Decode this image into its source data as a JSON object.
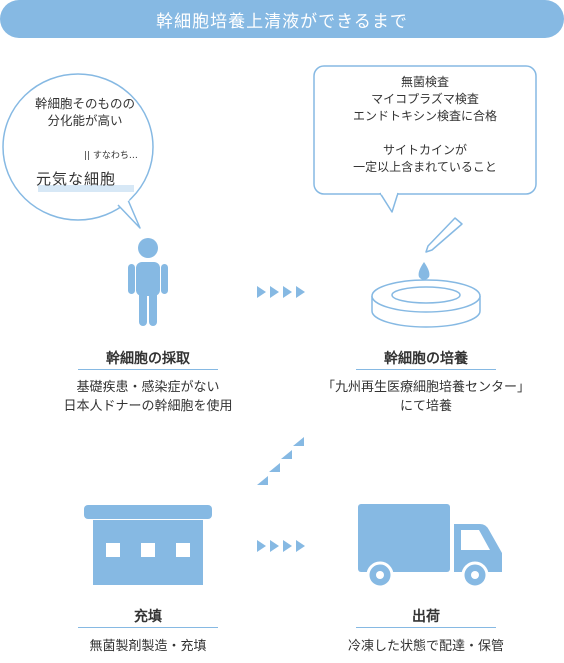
{
  "title": "幹細胞培養上清液ができるまで",
  "bubble_left": {
    "line1": "幹細胞そのものの",
    "line2": "分化能が高い",
    "connector": "|| すなわち…",
    "emphasis": "元気な細胞"
  },
  "bubble_right": {
    "line1": "無菌検査",
    "line2": "マイコプラズマ検査",
    "line3": "エンドトキシン検査に合格",
    "line4": "サイトカインが",
    "line5": "一定以上含まれていること"
  },
  "steps": [
    {
      "title": "幹細胞の採取",
      "desc1": "基礎疾患・感染症がない",
      "desc2": "日本人ドナーの幹細胞を使用"
    },
    {
      "title": "幹細胞の培養",
      "desc1": "「九州再生医療細胞培養センター」",
      "desc2": "にて培養"
    },
    {
      "title": "充填",
      "desc1": "無菌製剤製造・充填"
    },
    {
      "title": "出荷",
      "desc1": "冷凍した状態で配達・保管"
    }
  ],
  "colors": {
    "accent": "#86b9e3",
    "icon": "#86b9e3",
    "light": "#d7e8f6",
    "text": "#333333"
  },
  "icons": [
    "person-icon",
    "petri-dish-icon",
    "pipette-icon",
    "factory-icon",
    "truck-icon",
    "arrow-right-icon",
    "arrow-diagonal-icon"
  ]
}
